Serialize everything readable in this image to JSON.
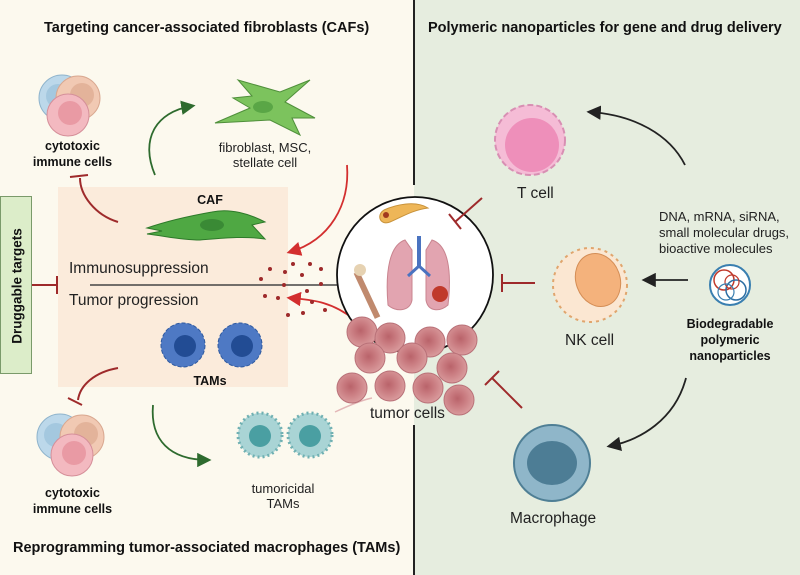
{
  "left_panel": {
    "title_top": "Targeting cancer-associated fibroblasts (CAFs)",
    "title_bottom": "Reprogramming tumor-associated macrophages (TAMs)",
    "cytotoxic_top": [
      "cytotoxic",
      "immune cells"
    ],
    "cytotoxic_bottom": [
      "cytotoxic",
      "immune cells"
    ],
    "fibroblast_label": [
      "fibroblast, MSC,",
      "stellate cell"
    ],
    "caf_label": "CAF",
    "immunosuppression": "Immunosuppression",
    "tumor_progression": "Tumor progression",
    "tams_label": "TAMs",
    "tumoricidal_label": [
      "tumoricidal",
      "TAMs"
    ],
    "druggable_targets": "Druggable targets"
  },
  "center": {
    "tumor_cells_label": "tumor cells",
    "organs": [
      "pancreas-icon",
      "lungs-icon",
      "bone-icon"
    ]
  },
  "right_panel": {
    "title": "Polymeric nanoparticles for gene and drug delivery",
    "t_cell_label": "T cell",
    "nk_cell_label": "NK cell",
    "macrophage_label": "Macrophage",
    "cargo_label": [
      "DNA, mRNA, siRNA,",
      "small molecular drugs,",
      "bioactive molecules"
    ],
    "nanoparticle_label": [
      "Biodegradable",
      "polymeric",
      "nanoparticles"
    ]
  },
  "colors": {
    "left_bg": "#fcf9ee",
    "right_bg": "#e6eddf",
    "inhibit_red": "#9e2a2b",
    "activate_green": "#2e6b2e",
    "arrow_red": "#d32f2f",
    "arrow_black": "#222222"
  }
}
